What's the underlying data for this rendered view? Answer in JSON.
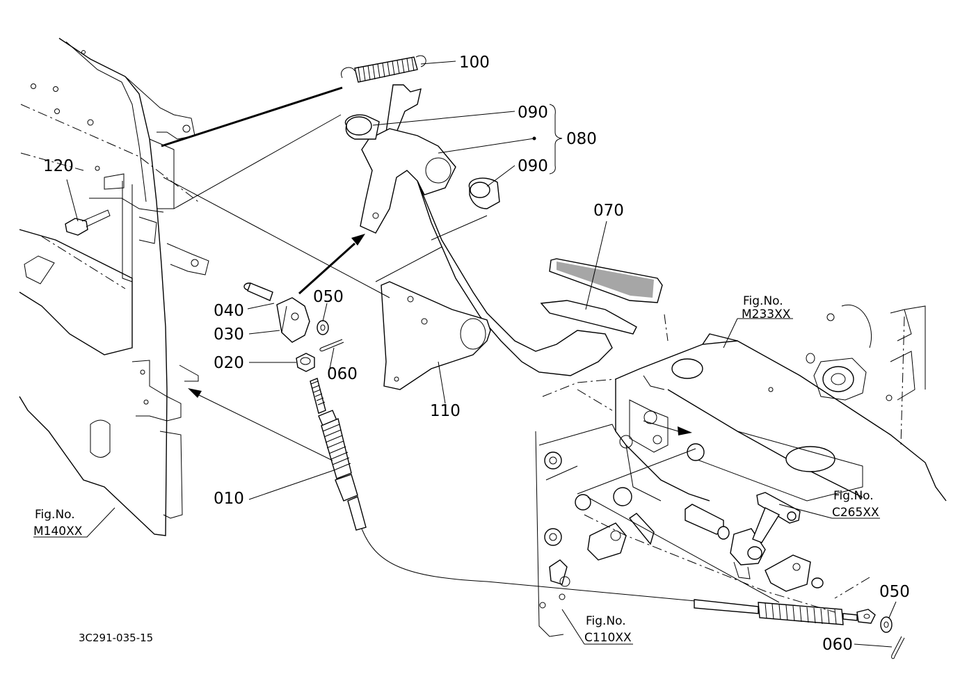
{
  "callouts": {
    "p100": "100",
    "p090a": "090",
    "p080": "080",
    "p090b": "090",
    "p120": "120",
    "p070": "070",
    "p040": "040",
    "p050a": "050",
    "p030": "030",
    "p020": "020",
    "p060a": "060",
    "p110": "110",
    "p010": "010",
    "p050b": "050",
    "p060b": "060"
  },
  "figure_refs": {
    "m233": {
      "line1": "Fig.No.",
      "line2": "M233XX"
    },
    "c265": {
      "line1": "Fig.No.",
      "line2": "C265XX"
    },
    "m140": {
      "line1": "Fig.No.",
      "line2": "M140XX"
    },
    "c110": {
      "line1": "Fig.No.",
      "line2": "C110XX"
    }
  },
  "drawing_number": "3C291-035-15"
}
